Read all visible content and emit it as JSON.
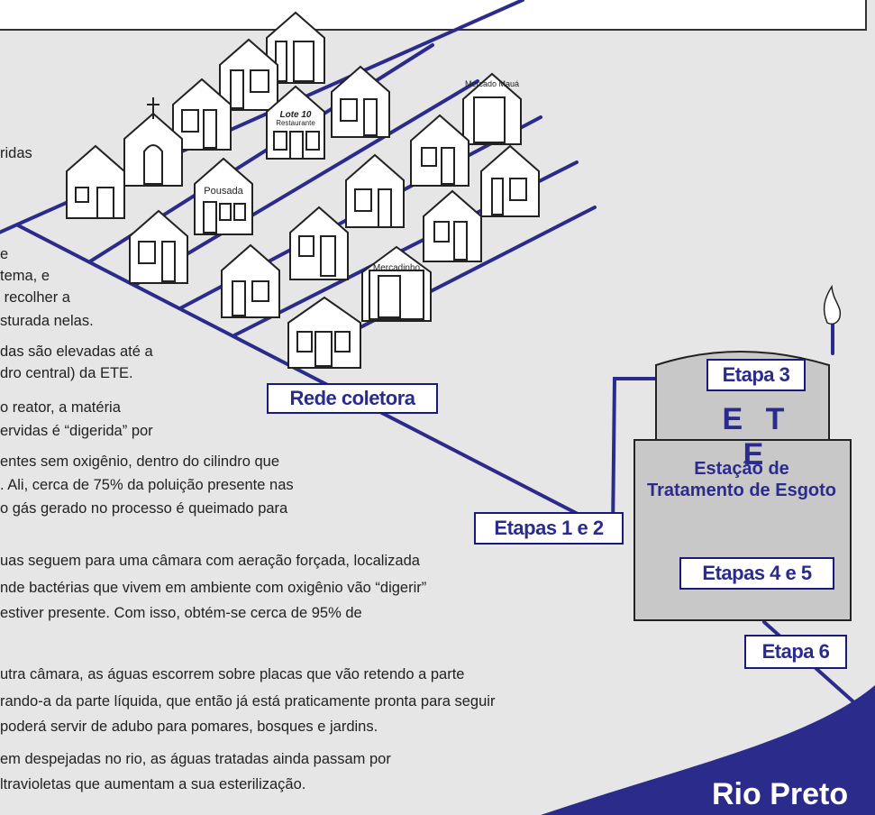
{
  "body_lines": [
    "ridas",
    "e",
    "tema, e",
    " recolher a",
    "sturada nelas.",
    "das são elevadas até a",
    "dro central) da ETE.",
    "o reator, a matéria",
    "ervidas é “digerida” por",
    "entes sem oxigênio, dentro do cilindro que",
    ". Ali, cerca de 75% da poluição presente nas",
    "o gás gerado no processo é queimado para",
    "uas seguem para uma câmara com aeração forçada, localizada",
    "nde bactérias que vivem em ambiente com oxigênio vão “digerir”",
    "estiver presente. Com isso, obtém-se cerca de 95% de",
    "utra câmara, as águas escorrem sobre placas que vão retendo a parte",
    "rando-a da parte líquida, que então já está praticamente pronta para seguir",
    "poderá servir de adubo para pomares, bosques e jardins.",
    "em despejadas no rio, as águas tratadas ainda passam por",
    "ltravioletas que aumentam a sua esterilização."
  ],
  "labels": {
    "rede_coletora": "Rede coletora",
    "etapas_1_2": "Etapas 1 e 2",
    "etapa_3": "Etapa 3",
    "ete": "E T E",
    "ete_full": "Estação de Tratamento de Esgoto",
    "etapas_4_5": "Etapas 4 e 5",
    "etapa_6": "Etapa 6",
    "rio": "Rio Preto"
  },
  "house_labels": {
    "mercado_maua": "Mercado Mauá",
    "lote_10": "Lote 10",
    "restaurante": "Restaurante",
    "pousada": "Pousada",
    "mercadinho": "Mercadinho"
  },
  "colors": {
    "pipe": "#2b2b8c",
    "ete_body": "#c8c8c8",
    "ete_text": "#2b2b8c",
    "river": "#2b2b8c",
    "background": "#e6e6e6"
  },
  "icons": [
    "church-cross-icon",
    "flame-icon"
  ]
}
